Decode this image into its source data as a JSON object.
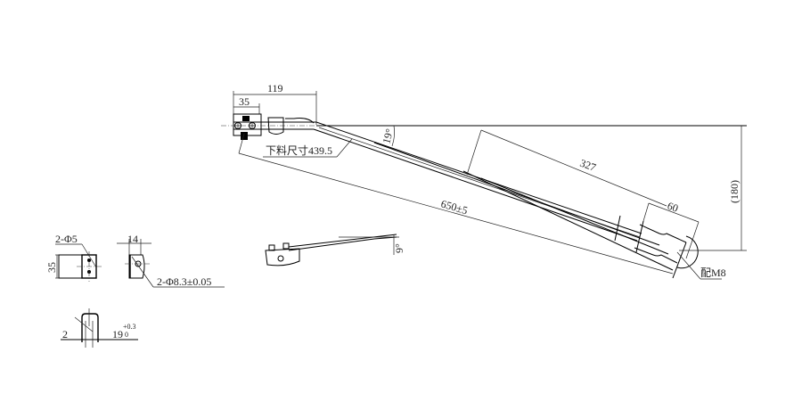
{
  "drawing": {
    "main_view": {
      "dim_overall_top": "119",
      "dim_bracket_width": "35",
      "note_blank_length": "下料尺寸439.5",
      "angle": "19°",
      "dim_segment": "327",
      "dim_total_length": "650±5",
      "dim_tip": "60",
      "dim_height": "(180)",
      "note_thread": "配M8"
    },
    "side_view": {
      "angle": "9°"
    },
    "detail_bracket": {
      "holes_small": "2-Φ5",
      "height": "35",
      "width": "14",
      "holes_large": "2-Φ8.3±0.05"
    },
    "detail_section": {
      "thickness": "2",
      "gap": "19",
      "tol_upper": "+0.3",
      "tol_lower": "0"
    }
  }
}
